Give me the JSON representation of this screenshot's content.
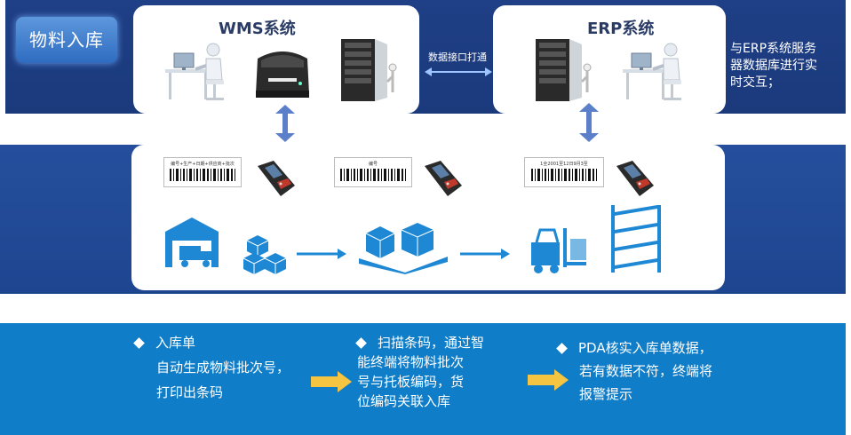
{
  "title_tag": "物料入库",
  "wms": {
    "title": "WMS系统"
  },
  "erp": {
    "title": "ERP系统"
  },
  "interface_label": "数据接口打通",
  "side_note": [
    "与ERP系统服务",
    "器数据库进行实",
    "时交互；"
  ],
  "barcodes": {
    "label_1": "编号+生产+日期+供应商+批次",
    "label_2": "编号",
    "label_3": "1全2001至12日9月3至"
  },
  "steps": [
    {
      "head": "入库单",
      "body": [
        "自动生成物料批次号，",
        "打印出条码"
      ]
    },
    {
      "head": "扫描条码，通过智",
      "body": [
        "能终端将物料批次",
        "号与托板编码，货",
        "位编码关联入库"
      ]
    },
    {
      "head": "PDA核实入库单数据，",
      "body": [
        "若有数据不符，终端将",
        "报警提示"
      ]
    }
  ],
  "colors": {
    "dark_band": "#1f3f86",
    "mid_band": "#254f9c",
    "bottom_band": "#0f7dc8",
    "icon_blue": "#1e88d4",
    "yellow_arrow": "#f5c542",
    "box_white": "#ffffff"
  },
  "icons": [
    "person-at-desk-icon",
    "label-printer-icon",
    "server-rack-icon",
    "pda-scanner-icon",
    "warehouse-truck-icon",
    "boxes-icon",
    "pallet-boxes-icon",
    "forklift-icon",
    "shelf-rack-icon"
  ]
}
